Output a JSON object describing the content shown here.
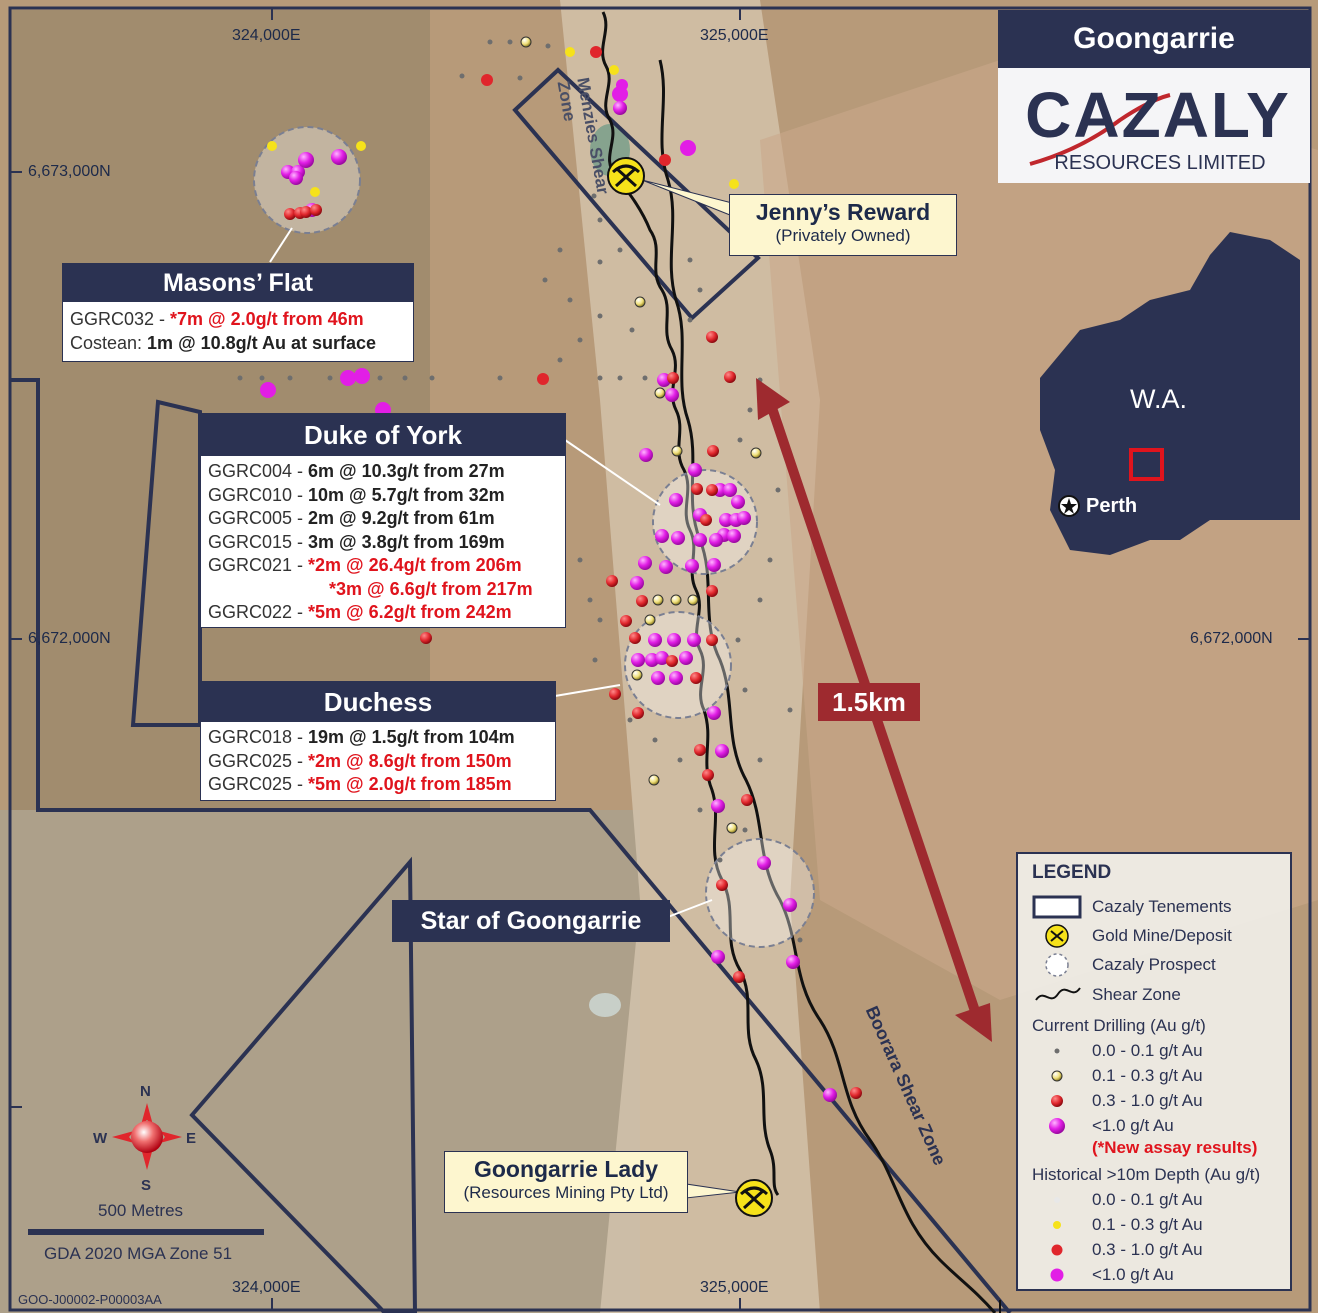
{
  "title": "Goongarrie",
  "logo": {
    "wordmark": "CAZALY",
    "subtitle": "RESOURCES LIMITED"
  },
  "inset": {
    "region_label": "W.A.",
    "city_label": "Perth"
  },
  "grid_labels": {
    "e_324_top": "324,000E",
    "e_325_top": "325,000E",
    "e_324_bottom": "324,000E",
    "e_325_bottom": "325,000E",
    "n_6673": "6,673,000N",
    "n_6672_left": "6,672,000N",
    "n_6672_right": "6,672,000N"
  },
  "shear_zones": {
    "menzies": "Menzies Shear Zone",
    "boorara": "Boorara Shear Zone"
  },
  "distance_label": "1.5km",
  "prospects": {
    "masons_flat": {
      "title": "Masons’ Flat",
      "l1_id": "GGRC032 - ",
      "l1_val": "*7m @ 2.0g/t from 46m",
      "l2_id": "Costean: ",
      "l2_val": "1m @ 10.8g/t Au at surface"
    },
    "duke_of_york": {
      "title": "Duke of York",
      "l1_id": "GGRC004 - ",
      "l1_val": "6m @ 10.3g/t from 27m",
      "l2_id": "GGRC010 - ",
      "l2_val": "10m @ 5.7g/t from 32m",
      "l3_id": "GGRC005 - ",
      "l3_val": "2m @ 9.2g/t from 61m",
      "l4_id": "GGRC015 - ",
      "l4_val": "3m @ 3.8g/t from 169m",
      "l5_id": "GGRC021 - ",
      "l5_val": "*2m @ 26.4g/t from 206m",
      "l6_val": "*3m @ 6.6g/t from 217m",
      "l7_id": "GGRC022 - ",
      "l7_val": "*5m @ 6.2g/t from 242m"
    },
    "duchess": {
      "title": "Duchess",
      "l1_id": "GGRC018 - ",
      "l1_val": "19m @ 1.5g/t from 104m",
      "l2_id": "GGRC025 - ",
      "l2_val": "*2m @ 8.6g/t from 150m",
      "l3_id": "GGRC025 - ",
      "l3_val": "*5m @ 2.0g/t from 185m"
    },
    "star_of_goongarrie": {
      "title": "Star of Goongarrie"
    }
  },
  "mines": {
    "jennys_reward": {
      "name": "Jenny’s Reward",
      "owner": "(Privately Owned)"
    },
    "goongarrie_lady": {
      "name": "Goongarrie Lady",
      "owner": "(Resources Mining Pty Ltd)"
    }
  },
  "north_arrow": {
    "n": "N",
    "s": "S",
    "e": "E",
    "w": "W"
  },
  "scale": {
    "label": "500 Metres",
    "projection": "GDA 2020 MGA Zone 51"
  },
  "doc_id": "GOO-J00002-P00003AA",
  "legend": {
    "title": "LEGEND",
    "tenements": "Cazaly Tenements",
    "mine": "Gold Mine/Deposit",
    "prospect": "Cazaly Prospect",
    "shear": "Shear Zone",
    "current_title": "Current Drilling (Au g/t)",
    "current": [
      "0.0 - 0.1 g/t Au",
      "0.1 - 0.3 g/t Au",
      "0.3 - 1.0 g/t Au",
      "<1.0 g/t Au"
    ],
    "new_note": "(*New assay results)",
    "hist_title": "Historical >10m Depth (Au g/t)",
    "hist": [
      "0.0 - 0.1 g/t Au",
      "0.1 - 0.3 g/t Au",
      "0.3 - 1.0 g/t Au",
      "<1.0 g/t Au"
    ]
  },
  "colors": {
    "navy": "#2b3252",
    "red_text": "#e0141d",
    "arrow": "#9e2a2f",
    "magenta": "#e21ee6",
    "sample_red": "#e0262c",
    "sample_yellow": "#f6e21a"
  }
}
